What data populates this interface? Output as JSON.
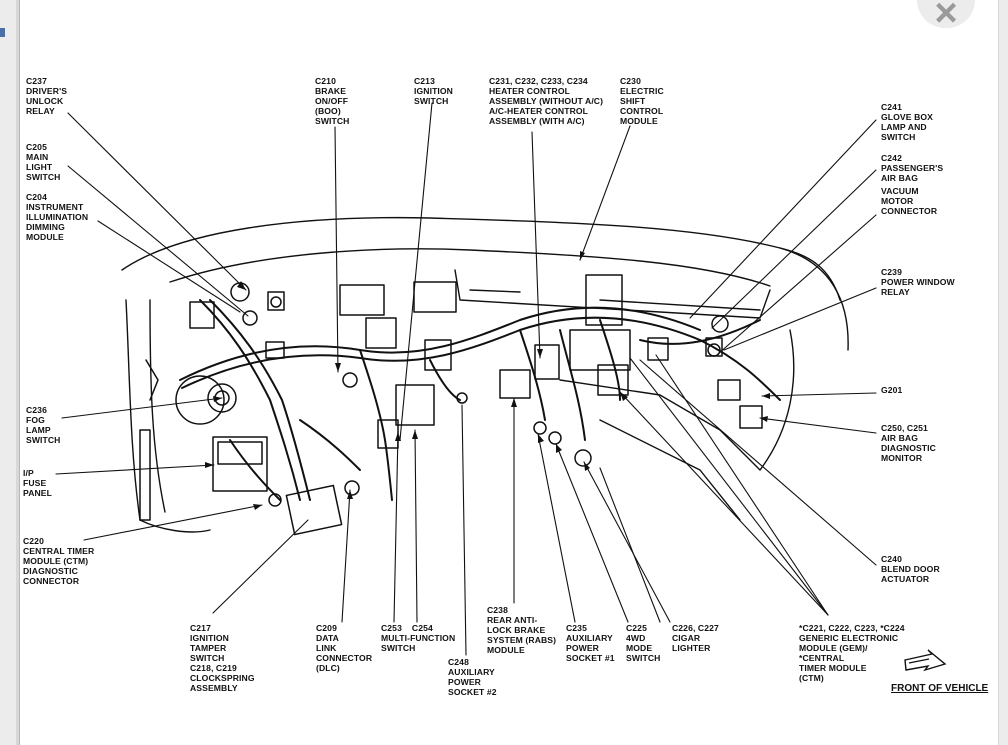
{
  "window": {
    "close_glyph": "×",
    "accent": "#4a6fa5"
  },
  "labels": {
    "c237": "C237\nDRIVER'S\nUNLOCK\nRELAY",
    "c205": "C205\nMAIN\nLIGHT\nSWITCH",
    "c204": "C204\nINSTRUMENT\nILLUMINATION\nDIMMING\nMODULE",
    "c210": "C210\nBRAKE\nON/OFF\n(BOO)\nSWITCH",
    "c213": "C213\nIGNITION\nSWITCH",
    "c231": "C231, C232, C233, C234\nHEATER CONTROL\nASSEMBLY (WITHOUT A/C)\nA/C-HEATER CONTROL\nASSEMBLY (WITH A/C)",
    "c230": "C230\nELECTRIC\nSHIFT\nCONTROL\nMODULE",
    "c241": "C241\nGLOVE BOX\nLAMP AND\nSWITCH",
    "c242": "C242\nPASSENGER'S\nAIR BAG",
    "vacuum": "VACUUM\nMOTOR\nCONNECTOR",
    "c239": "C239\nPOWER WINDOW\nRELAY",
    "g201": "G201",
    "c250": "C250, C251\nAIR BAG\nDIAGNOSTIC\nMONITOR",
    "c236": "C236\nFOG\nLAMP\nSWITCH",
    "ip_fuse": "I/P\nFUSE\nPANEL",
    "c220": "C220\nCENTRAL TIMER\nMODULE (CTM)\nDIAGNOSTIC\nCONNECTOR",
    "c240": "C240\nBLEND DOOR\nACTUATOR",
    "c217": "C217\nIGNITION\nTAMPER\nSWITCH\nC218, C219\nCLOCKSPRING\nASSEMBLY",
    "c209": "C209\nDATA\nLINK\nCONNECTOR\n(DLC)",
    "c253": "C253    C254\nMULTI-FUNCTION\nSWITCH",
    "c248": "C248\nAUXILIARY\nPOWER\nSOCKET #2",
    "c238": "C238\nREAR ANTI-\nLOCK BRAKE\nSYSTEM (RABS)\nMODULE",
    "c235": "C235\nAUXILIARY\nPOWER\nSOCKET #1",
    "c225": "C225\n4WD\nMODE\nSWITCH",
    "c226": "C226, C227\nCIGAR\nLIGHTER",
    "c221": "*C221, C222, C223, *C224\nGENERIC ELECTRONIC\nMODULE (GEM)/\n*CENTRAL\nTIMER MODULE\n(CTM)"
  },
  "front_of_vehicle": "FRONT OF VEHICLE",
  "icons": {
    "close": "close-icon",
    "direction": "front-arrow-icon"
  }
}
